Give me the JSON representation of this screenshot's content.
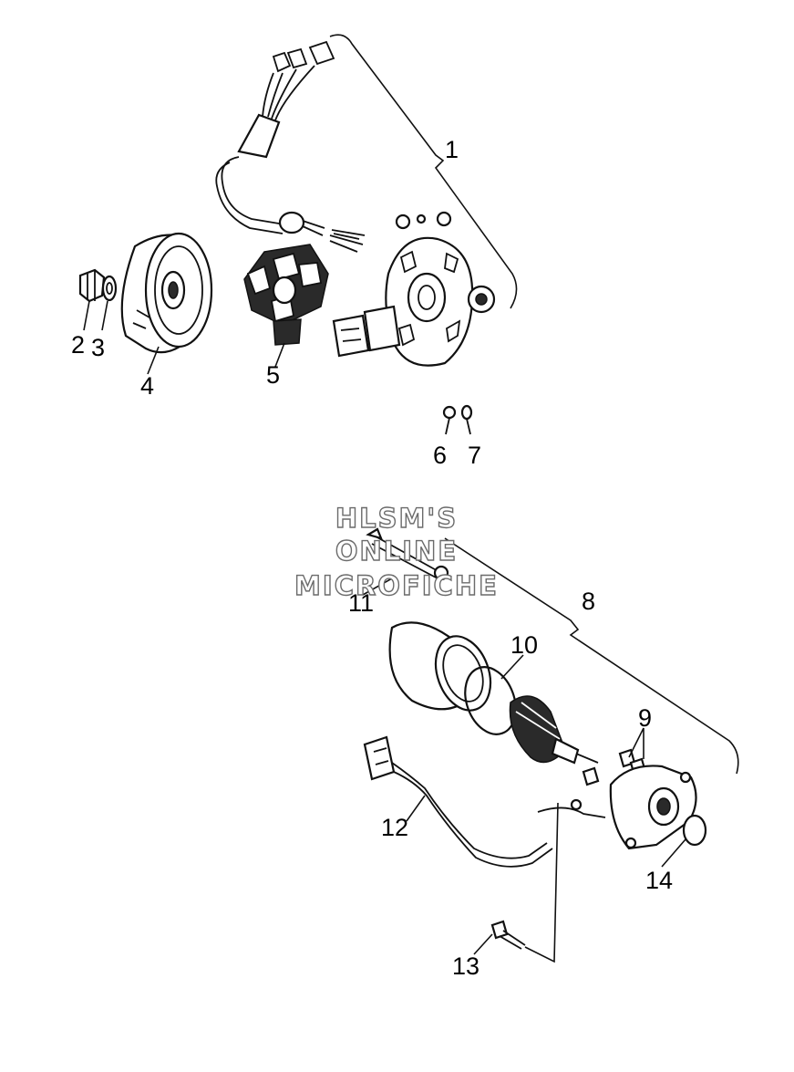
{
  "diagram": {
    "callouts": [
      "1",
      "2",
      "3",
      "4",
      "5",
      "6",
      "7",
      "8",
      "9",
      "10",
      "11",
      "12",
      "13",
      "14"
    ],
    "watermark": [
      "HLSM'S",
      "ONLINE",
      "MICROFICHE"
    ]
  }
}
